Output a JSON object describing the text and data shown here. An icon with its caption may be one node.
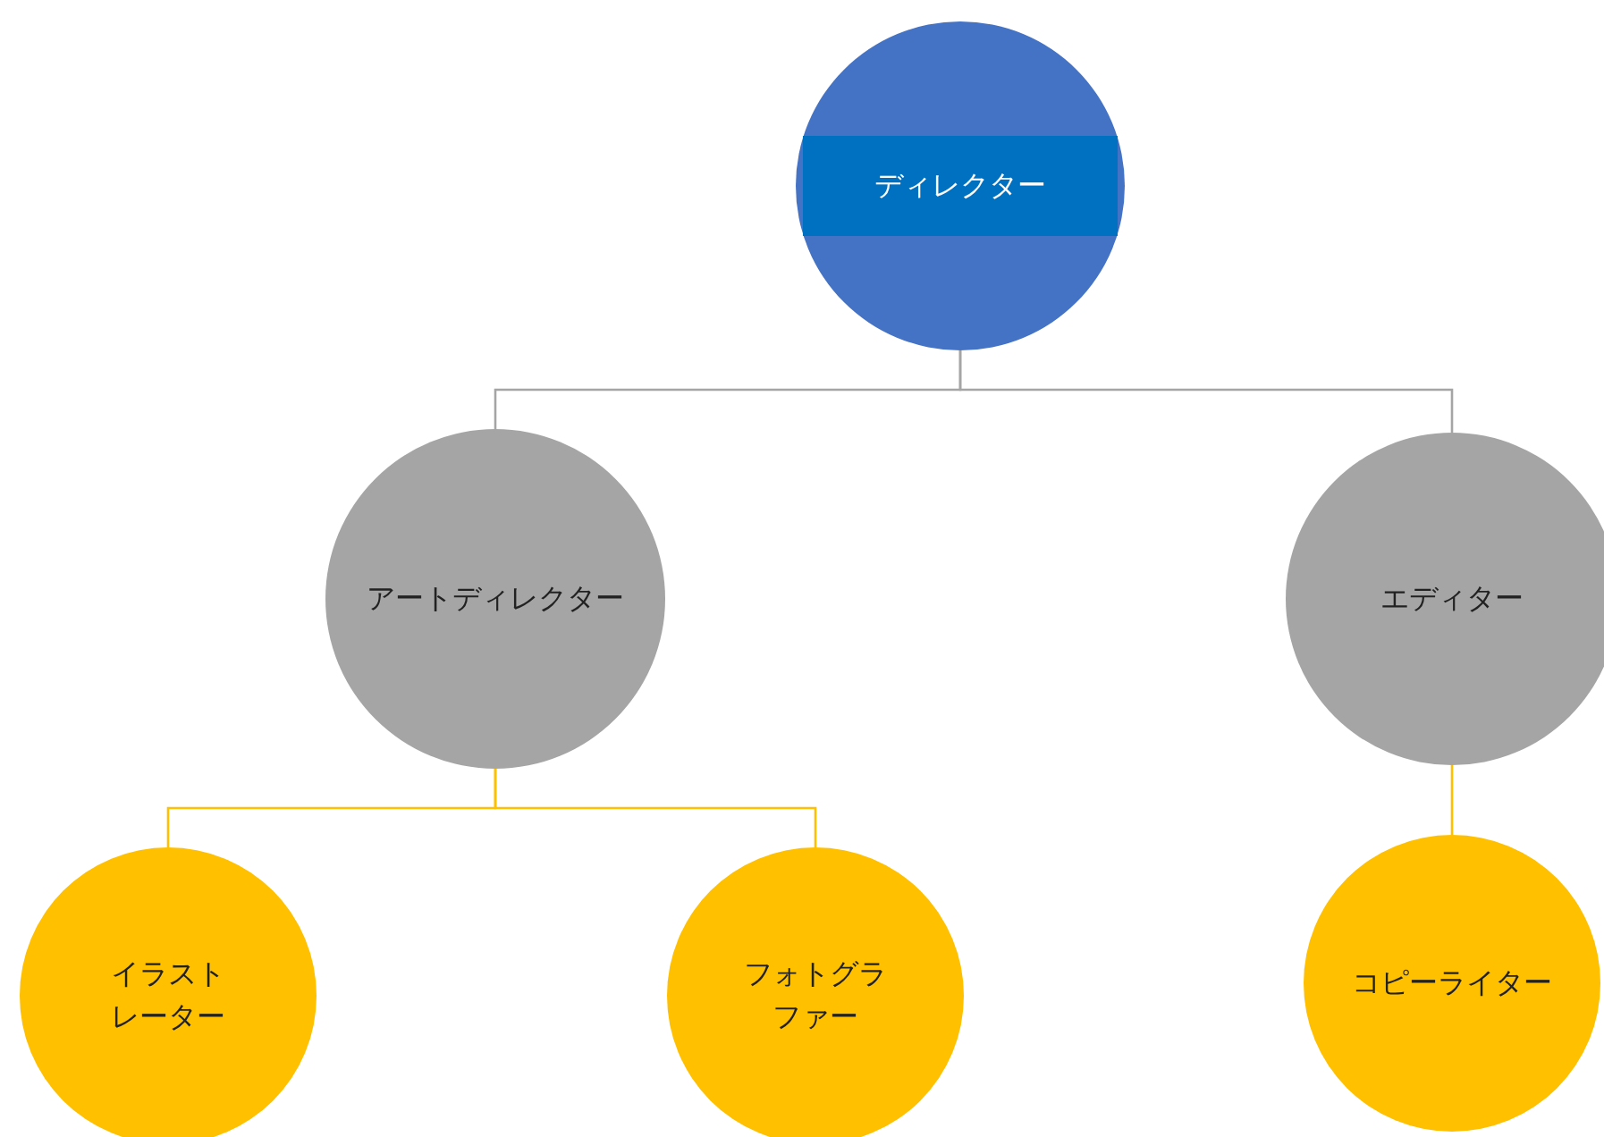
{
  "diagram": {
    "nodes": [
      {
        "text": [
          "ディレクター"
        ]
      },
      {
        "text": [
          "アートディレクター"
        ]
      },
      {
        "text": [
          "エディター"
        ]
      },
      {
        "text": [
          "イラストレーター"
        ]
      },
      {
        "text": [
          "フォトグラファー"
        ]
      },
      {
        "text": [
          "コピーライター"
        ]
      }
    ],
    "edges": [
      {
        "from": 0,
        "to": 1,
        "arrow": "none",
        "color": "#a5a5a5"
      },
      {
        "from": 0,
        "to": 2,
        "arrow": "none",
        "color": "#a5a5a5"
      },
      {
        "from": 1,
        "to": 3,
        "arrow": "none"
      },
      {
        "from": 1,
        "to": 4,
        "arrow": "none"
      },
      {
        "from": 2,
        "to": 5,
        "arrow": "none"
      }
    ]
  }
}
